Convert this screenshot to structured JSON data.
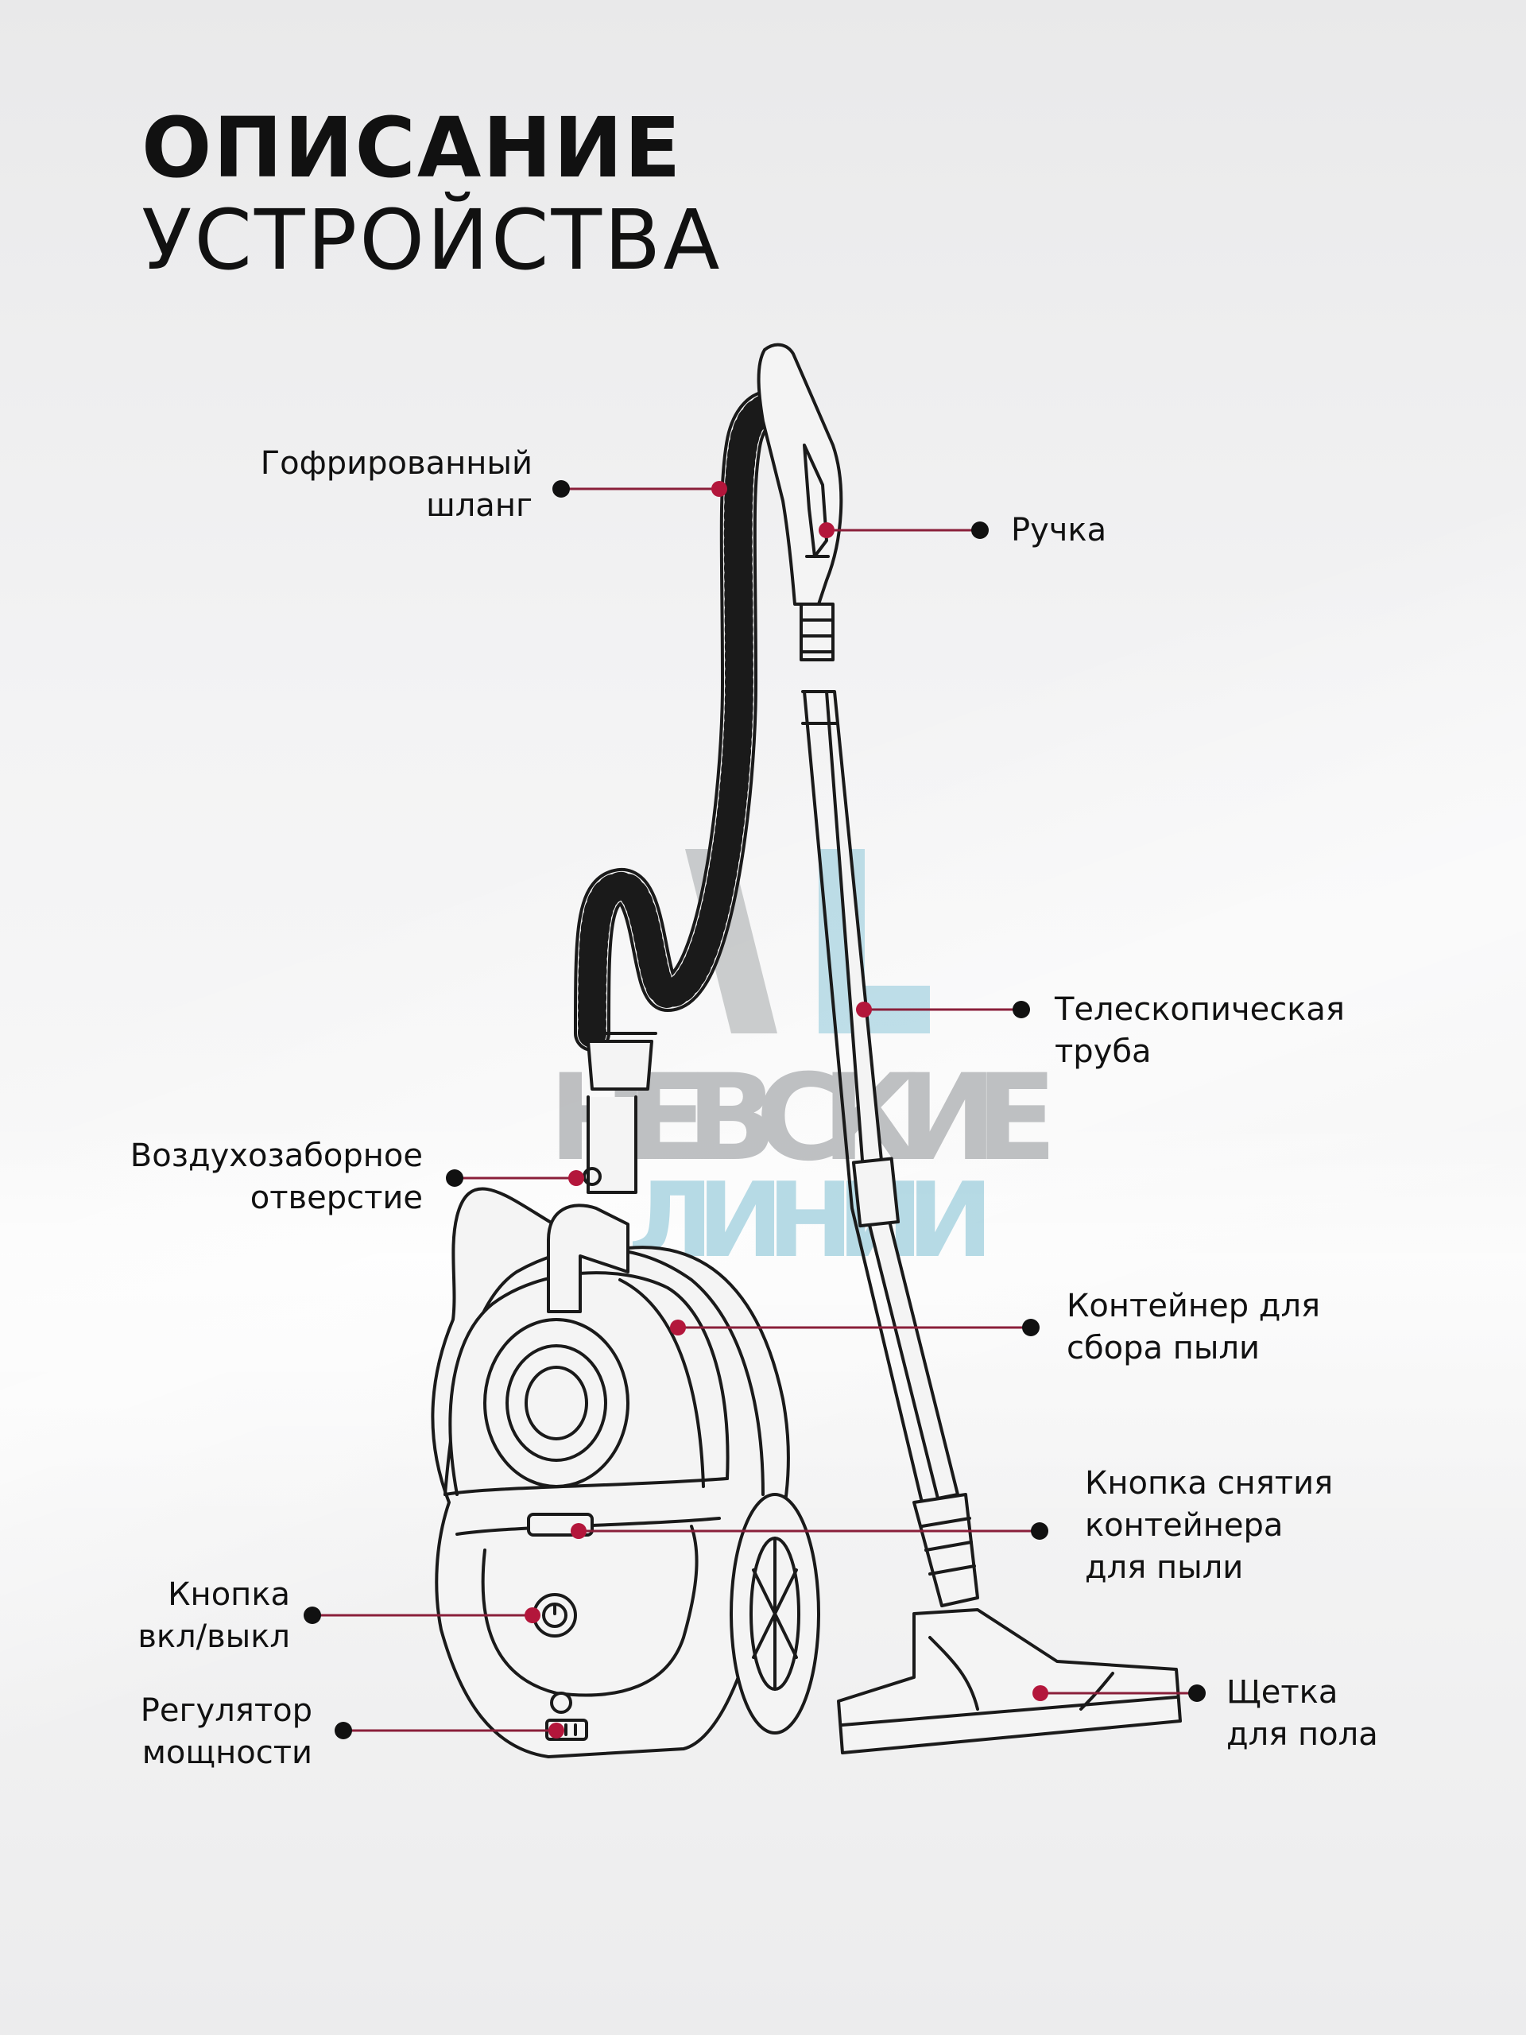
{
  "title": {
    "line1": "ОПИСАНИЕ",
    "line2": "УСТРОЙСТВА"
  },
  "watermark": {
    "line1": "НЕВСКИЕ",
    "line2": "ЛИНИИ"
  },
  "labels": {
    "hose": "Гофрированный\nшланг",
    "handle": "Ручка",
    "tube": "Телескопическая\nтруба",
    "air_inlet": "Воздухозаборное\nотверстие",
    "dust_container": "Контейнер для\nсбора пыли",
    "release_button": "Кнопка снятия\nконтейнера\nдля пыли",
    "power_button": "Кнопка\nвкл/выкл",
    "power_regulator": "Регулятор\nмощности",
    "floor_brush": "Щетка\nдля пола"
  },
  "colors": {
    "accent": "#b3163b",
    "dot": "#111111",
    "line_art": "#1a1a1a"
  }
}
